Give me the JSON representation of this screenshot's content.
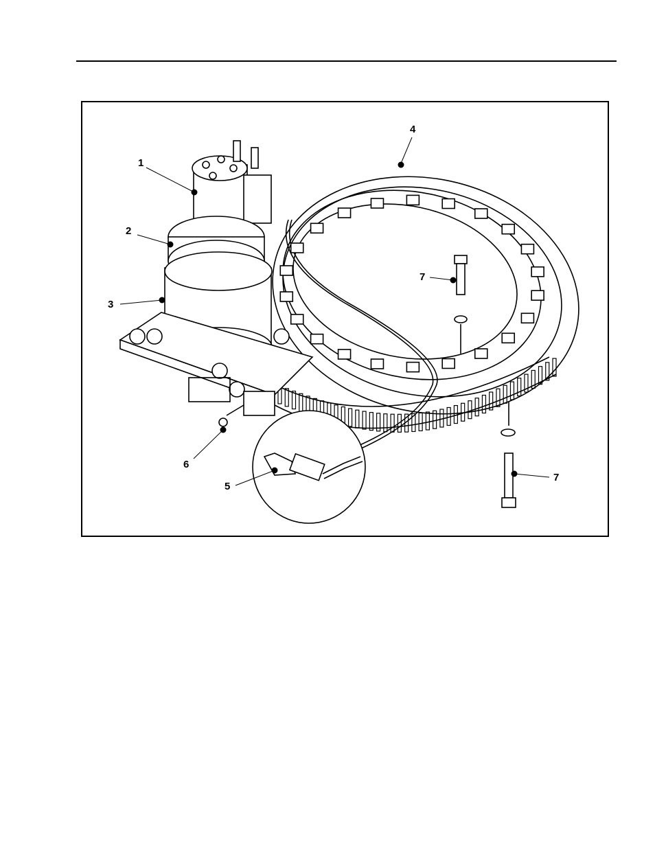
{
  "figure": {
    "callouts": [
      {
        "id": "callout-1",
        "text": "1"
      },
      {
        "id": "callout-2",
        "text": "2"
      },
      {
        "id": "callout-3",
        "text": "3"
      },
      {
        "id": "callout-4",
        "text": "4"
      },
      {
        "id": "callout-5",
        "text": "5"
      },
      {
        "id": "callout-6",
        "text": "6"
      },
      {
        "id": "callout-7a",
        "text": "7"
      },
      {
        "id": "callout-7b",
        "text": "7"
      }
    ]
  },
  "colors": {
    "line": "#000000",
    "background": "#ffffff"
  }
}
